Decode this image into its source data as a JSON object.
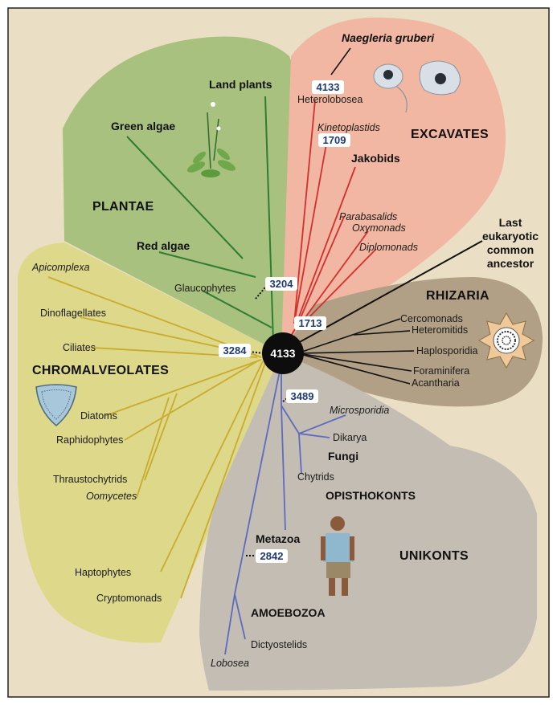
{
  "colors": {
    "background": "#eadfc4",
    "plantae_region": "#a8c17e",
    "plantae_branch": "#2e7d32",
    "excavates_region": "#f1b7a2",
    "excavates_branch": "#d32f2f",
    "rhizaria_region": "#b1a085",
    "chromalveolates_region": "#ded98a",
    "chromalveolates_branch": "#c9ab2e",
    "unikonts_region": "#c4bdb3",
    "unikonts_branch": "#5c6bc0",
    "number_text": "#1f3a73"
  },
  "center": {
    "value": "4133"
  },
  "groups": {
    "plantae": "PLANTAE",
    "excavates": "EXCAVATES",
    "rhizaria": "RHIZARIA",
    "chromalveolates": "CHROMALVEOLATES",
    "opisthokonts": "OPISTHOKONTS",
    "unikonts": "UNIKONTS",
    "amoebozoa": "AMOEBOZOA",
    "fungi": "Fungi"
  },
  "taxa": {
    "land_plants": "Land plants",
    "green_algae": "Green algae",
    "red_algae": "Red algae",
    "glaucophytes": "Glaucophytes",
    "naegleria": "Naegleria gruberi",
    "heterolobosea": "Heterolobosea",
    "kinetoplastids": "Kinetoplastids",
    "jakobids": "Jakobids",
    "parabasalids": "Parabasalids",
    "oxymonads": "Oxymonads",
    "diplomonads": "Diplomonads",
    "lca_line1": "Last",
    "lca_line2": "eukaryotic",
    "lca_line3": "common",
    "lca_line4": "ancestor",
    "cercomonads": "Cercomonads",
    "heteromitids": "Heteromitids",
    "haplosporidia": "Haplosporidia",
    "foraminifera": "Foraminifera",
    "acantharia": "Acantharia",
    "apicomplexa": "Apicomplexa",
    "dinoflagellates": "Dinoflagellates",
    "ciliates": "Ciliates",
    "diatoms": "Diatoms",
    "raphidophytes": "Raphidophytes",
    "thraustochytrids": "Thraustochytrids",
    "oomycetes": "Oomycetes",
    "haptophytes": "Haptophytes",
    "cryptomonads": "Cryptomonads",
    "microsporidia": "Microsporidia",
    "dikarya": "Dikarya",
    "chytrids": "Chytrids",
    "metazoa": "Metazoa",
    "dictyostelids": "Dictyostelids",
    "lobosea": "Lobosea"
  },
  "numbers": {
    "heterolobosea": "4133",
    "kinetoplastids": "1709",
    "plantae": "3204",
    "excavates_base": "1713",
    "chromalveolates": "3284",
    "opisthokonts": "3489",
    "amoebozoa": "2842"
  },
  "icons": [
    "arabidopsis-plant-icon",
    "naegleria-cell-icon",
    "radiolarian-icon",
    "diatom-icon",
    "human-figure-icon"
  ]
}
